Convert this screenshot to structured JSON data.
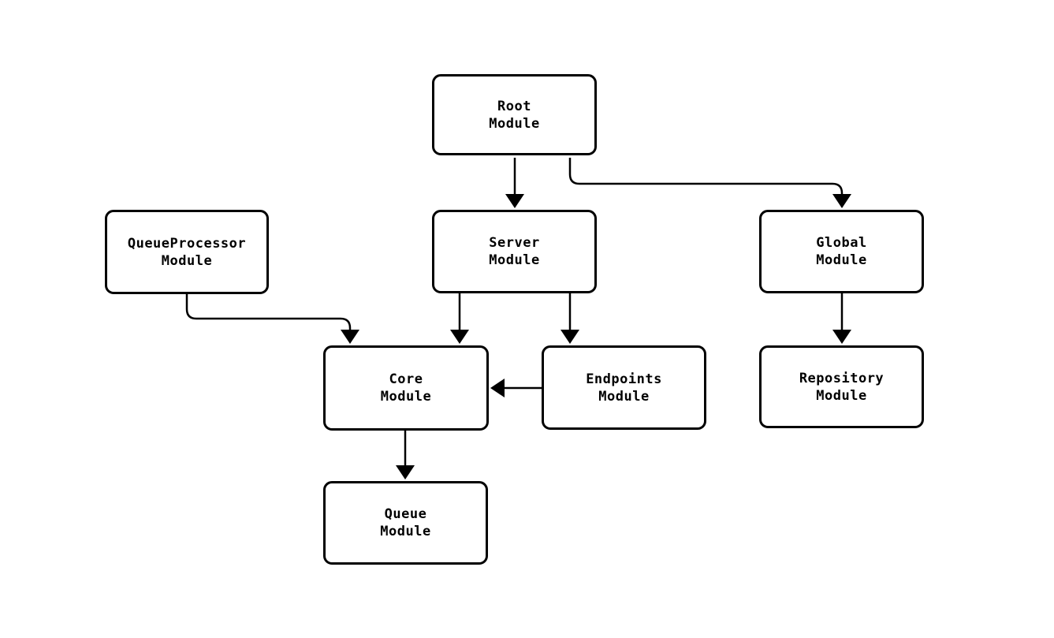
{
  "diagram": {
    "type": "flowchart",
    "background_color": "#ffffff",
    "node_fill_color": "#ffffff",
    "line_color": "#000000",
    "text_color": "#000000",
    "nodes": [
      {
        "id": "root",
        "label": "Root\nModule"
      },
      {
        "id": "queue-processor",
        "label": "QueueProcessor\nModule"
      },
      {
        "id": "server",
        "label": "Server\nModule"
      },
      {
        "id": "global",
        "label": "Global\nModule"
      },
      {
        "id": "core",
        "label": "Core\nModule"
      },
      {
        "id": "endpoints",
        "label": "Endpoints\nModule"
      },
      {
        "id": "repository",
        "label": "Repository\nModule"
      },
      {
        "id": "queue",
        "label": "Queue\nModule"
      }
    ],
    "edges": [
      {
        "from": "root",
        "to": "server"
      },
      {
        "from": "root",
        "to": "global"
      },
      {
        "from": "queue-processor",
        "to": "core"
      },
      {
        "from": "server",
        "to": "core"
      },
      {
        "from": "server",
        "to": "endpoints"
      },
      {
        "from": "endpoints",
        "to": "core"
      },
      {
        "from": "global",
        "to": "repository"
      },
      {
        "from": "core",
        "to": "queue"
      }
    ]
  }
}
